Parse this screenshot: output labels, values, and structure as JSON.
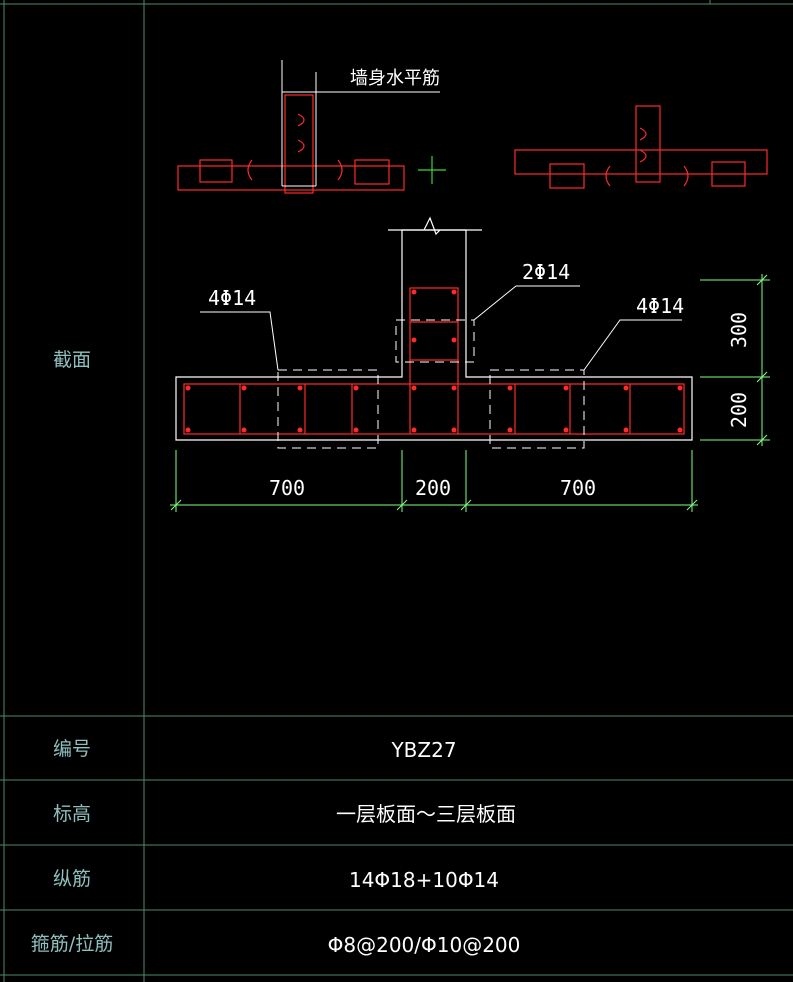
{
  "table": {
    "section_label": "截面",
    "rows": [
      {
        "label": "编号",
        "value": "YBZ27"
      },
      {
        "label": "标高",
        "value": "一层板面～三层板面"
      },
      {
        "label": "纵筋",
        "value": "14Φ18+10Φ14"
      },
      {
        "label": "箍筋/拉筋",
        "value": "Φ8@200/Φ10@200"
      }
    ]
  },
  "drawing": {
    "detail_label": "墙身水平筋",
    "callouts": {
      "left": "4Φ14",
      "top": "2Φ14",
      "right": "4Φ14"
    },
    "dimensions": {
      "bottom": [
        "700",
        "200",
        "700"
      ],
      "right": [
        "300",
        "200"
      ]
    }
  },
  "colors": {
    "grid": "#4a8a6a",
    "rebar": "#ff2a2a",
    "outline": "#ffffff",
    "dimension": "#7fff7f",
    "cross": "#33dd33"
  }
}
